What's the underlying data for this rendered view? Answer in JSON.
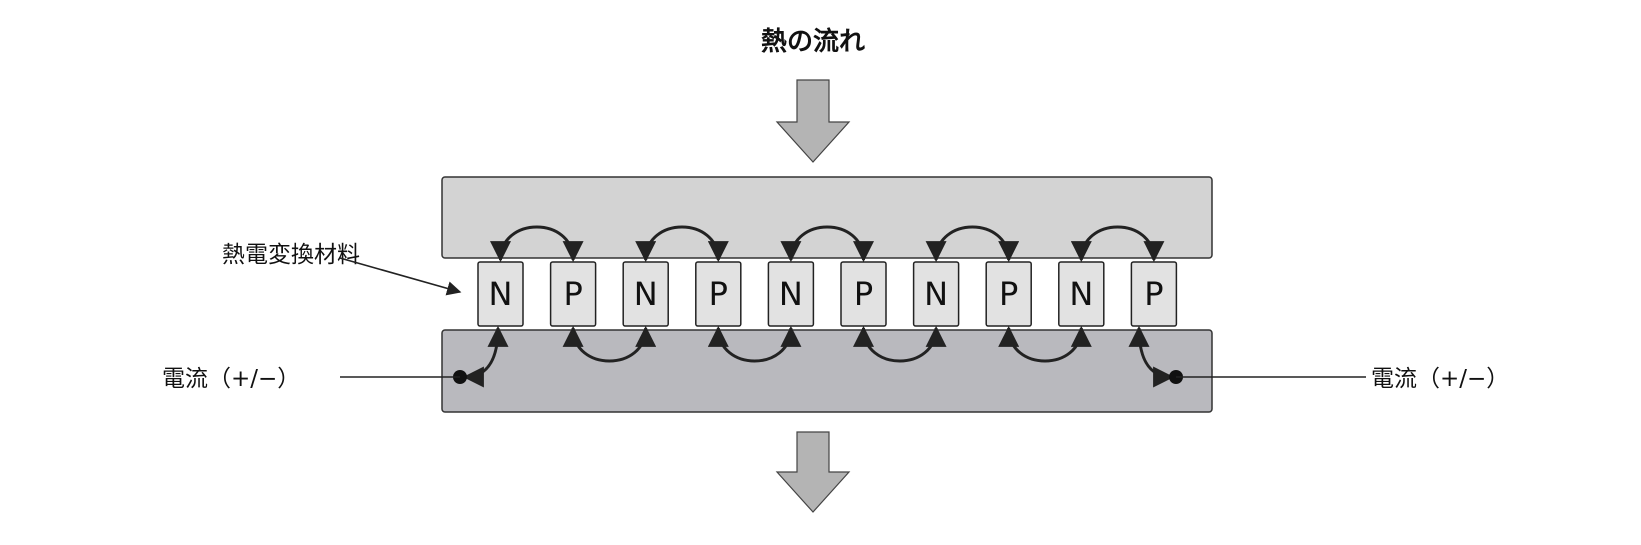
{
  "title": "熱の流れ",
  "material_label": "熱電変換材料",
  "current_left": "電流（+/−）",
  "current_right": "電流（+/−）",
  "elements": [
    "N",
    "P",
    "N",
    "P",
    "N",
    "P",
    "N",
    "P",
    "N",
    "P"
  ],
  "colors": {
    "top_plate": "#d3d3d3",
    "bottom_plate": "#b9b9be",
    "element_fill": "#e2e2e2",
    "arrow_fill": "#b4b4b4",
    "stroke": "#222222"
  }
}
